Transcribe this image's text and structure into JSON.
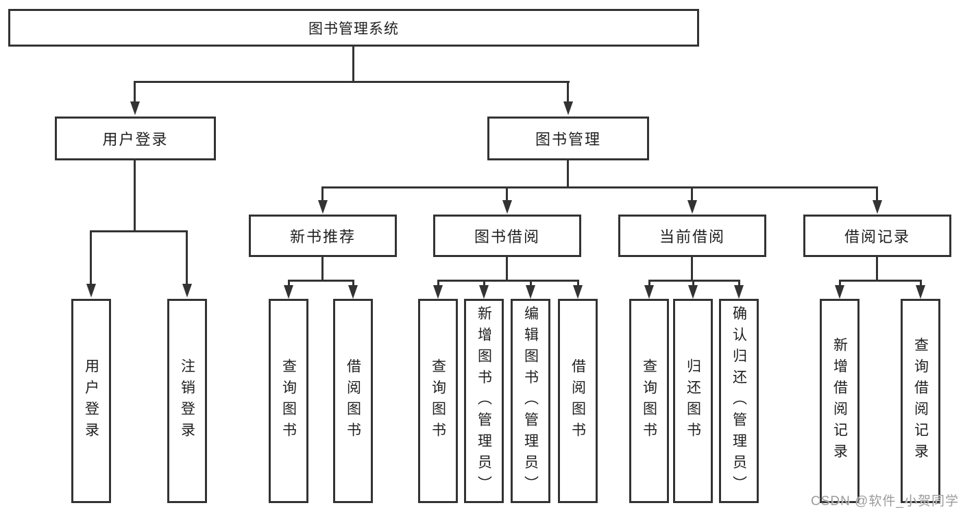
{
  "diagram": {
    "root": {
      "label": "图书管理系统"
    },
    "level2": [
      {
        "label": "用户登录"
      },
      {
        "label": "图书管理"
      }
    ],
    "level3": [
      {
        "label": "新书推荐"
      },
      {
        "label": "图书借阅"
      },
      {
        "label": "当前借阅"
      },
      {
        "label": "借阅记录"
      }
    ],
    "leaves": [
      {
        "label": "用户登录"
      },
      {
        "label": "注销登录"
      },
      {
        "label": "查询图书"
      },
      {
        "label": "借阅图书"
      },
      {
        "label": "查询图书"
      },
      {
        "label": "新增图书（管理员）"
      },
      {
        "label": "编辑图书（管理员）"
      },
      {
        "label": "借阅图书"
      },
      {
        "label": "查询图书"
      },
      {
        "label": "归还图书"
      },
      {
        "label": "确认归还（管理员）"
      },
      {
        "label": "新增借阅记录"
      },
      {
        "label": "查询借阅记录"
      }
    ]
  },
  "watermark": {
    "text": "CSDN @软件_小贺同学"
  },
  "colors": {
    "line": "#333333",
    "text": "#1f1f1f",
    "watermark": "#9b9b9b",
    "background": "#ffffff"
  }
}
